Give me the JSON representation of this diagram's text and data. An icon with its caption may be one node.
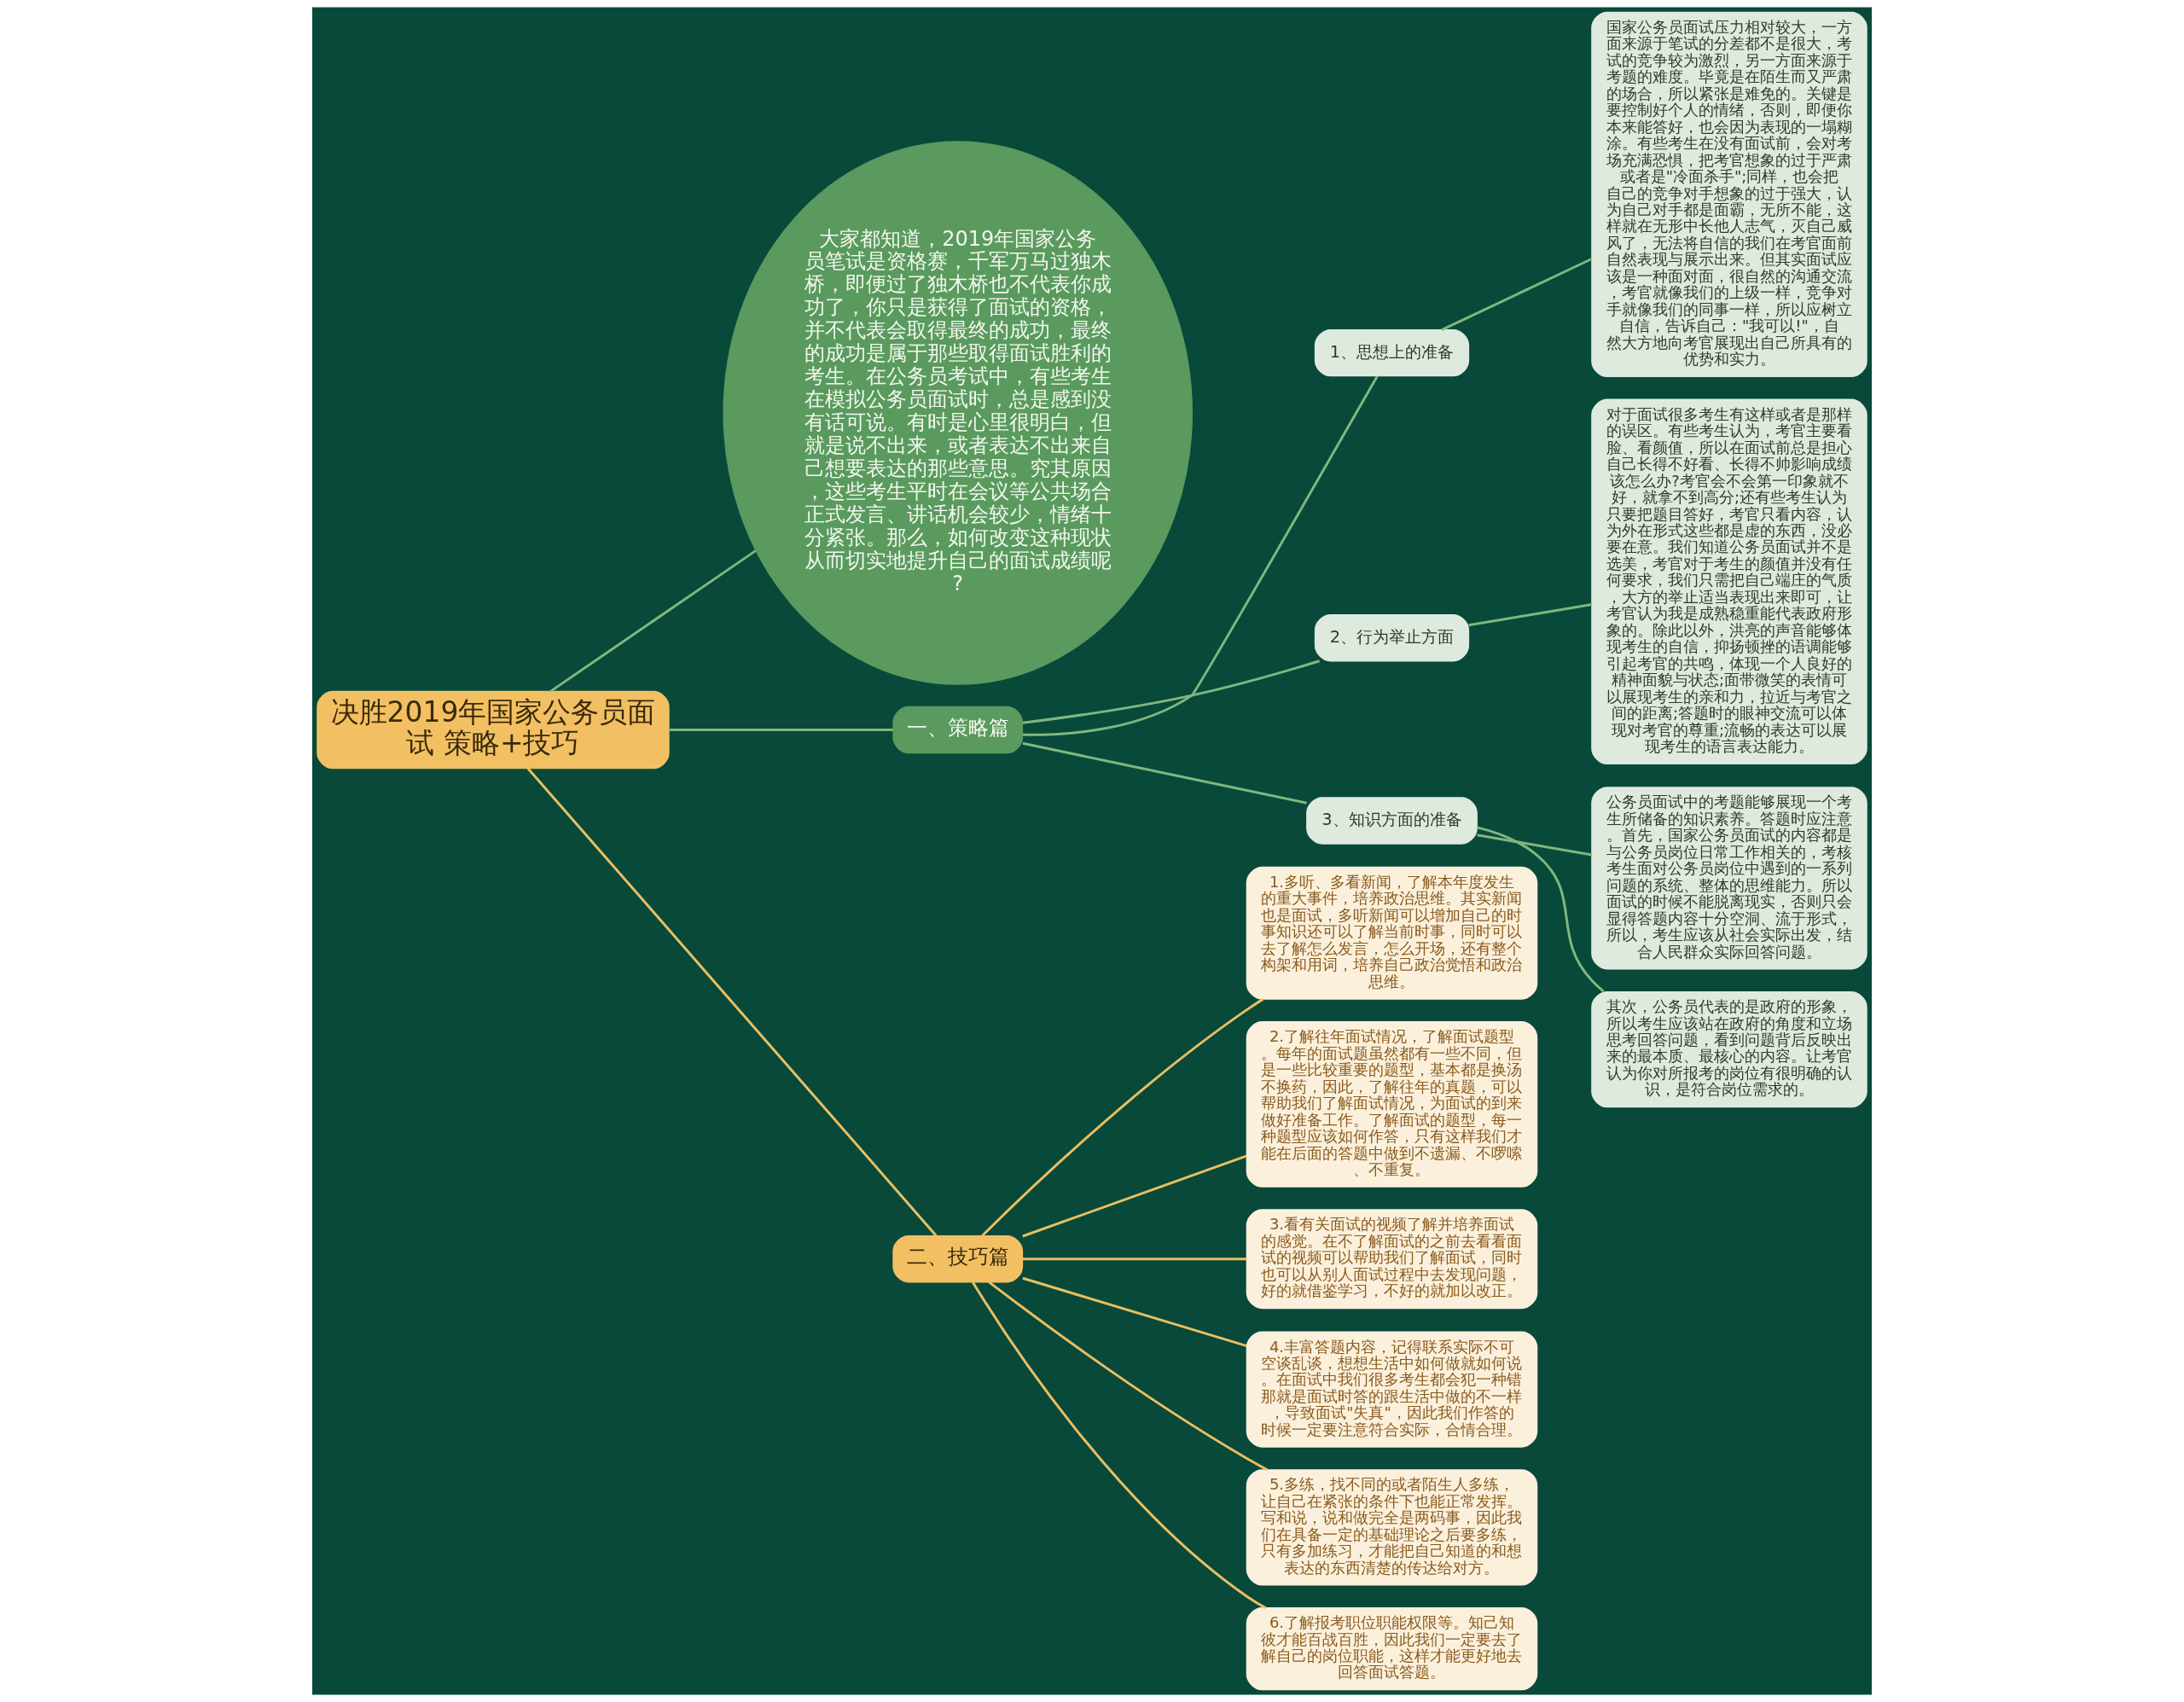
{
  "diagram": {
    "nodes": [
      {
        "text": [
          "决胜2019年国家公务员面试 策略+技巧"
        ]
      },
      {
        "text": [
          "大家都知道，2019年国家公务员笔试是资格赛，千军万马过独木桥，即便过了独木桥也不代表你成功了，你只是获得了面试的资格，并不代表会取得最终的成功，最终的成功是属于那些取得面试胜利的考生。在公务员考试中，有些考生在模拟公务员面试时，总是感到没有话可说。有时是心里很明白，但就是说不出来，或者表达不出来自己想要表达的那些意思。究其原因，这些考生平时在会议等公共场合正式发言、讲话机会较少，情绪十分紧张。那么，如何改变这种现状从而切实地提升自己的面试成绩呢?"
        ]
      },
      {
        "text": [
          "一、策略篇"
        ]
      },
      {
        "text": [
          "1、思想上的准备"
        ]
      },
      {
        "text": [
          "国家公务员面试压力相对较大，一方面来源于笔试的分差都不是很大，考试的竞争较为激烈，另一方面来源于考题的难度。毕竟是在陌生而又严肃的场合，所以紧张是难免的。关键是要控制好个人的情绪，否则，即便你本来能答好，也会因为表现的一塌糊涂。有些考生在没有面试前，会对考场充满恐惧，把考官想象的过于严肃或者是\"冷面杀手\";同样，也会把自己的竞争对手想象的过于强大，认为自己对手都是面霸，无所不能，这样就在无形中长他人志气，灭自己威风了，无法将自信的我们在考官面前自然表现与展示出来。但其实面试应该是一种面对面，很自然的沟通交流，考官就像我们的上级一样，竞争对手就像我们的同事一样，所以应树立自信，告诉自己：\"我可以!\"，自然大方地向考官展现出自己所具有的优势和实力。"
        ]
      },
      {
        "text": [
          "2、行为举止方面"
        ]
      },
      {
        "text": [
          "对于面试很多考生有这样或者是那样的误区。有些考生认为，考官主要看脸、看颜值，所以在面试前总是担心自己长得不好看、长得不帅影响成绩该怎么办?考官会不会第一印象就不好，就拿不到高分;还有些考生认为只要把题目答好，考官只看内容，认为外在形式这些都是虚的东西，没必要在意。我们知道公务员面试并不是选美，考官对于考生的颜值并没有任何要求，我们只需把自己端庄的气质，大方的举止适当表现出来即可，让考官认为我是成熟稳重能代表政府形象的。除此以外，洪亮的声音能够体现考生的自信，抑扬顿挫的语调能够引起考官的共鸣，体现一个人良好的精神面貌与状态;面带微笑的表情可以展现考生的亲和力，拉近与考官之间的距离;答题时的眼神交流可以体现对考官的尊重;流畅的表达可以展现考生的语言表达能力。"
        ]
      },
      {
        "text": [
          "3、知识方面的准备"
        ]
      },
      {
        "text": [
          "公务员面试中的考题能够展现一个考生所储备的知识素养。答题时应注意。首先，国家公务员面试的内容都是与公务员岗位日常工作相关的，考核考生面对公务员岗位中遇到的一系列问题的系统、整体的思维能力。所以面试的时候不能脱离现实，否则只会显得答题内容十分空洞、流于形式，所以，考生应该从社会实际出发，结合人民群众实际回答问题。"
        ]
      },
      {
        "text": [
          "其次，公务员代表的是政府的形象，所以考生应该站在政府的角度和立场思考回答问题，看到问题背后反映出来的最本质、最核心的内容。让考官认为你对所报考的岗位有很明确的认识，是符合岗位需求的。"
        ]
      },
      {
        "text": [
          "二、技巧篇"
        ]
      },
      {
        "text": [
          "1.多听、多看新闻，了解本年度发生的重大事件，培养政治思维。其实新闻也是面试，多听新闻可以增加自己的时事知识还可以了解当前时事，同时可以去了解怎么发言，怎么开场，还有整个构架和用词，培养自己政治觉悟和政治思维。"
        ]
      },
      {
        "text": [
          "2.了解往年面试情况，了解面试题型。每年的面试题虽然都有一些不同，但是一些比较重要的题型，基本都是换汤不换药，因此，了解往年的真题，可以帮助我们了解面试情况，为面试的到来做好准备工作。了解面试的题型，每一种题型应该如何作答，只有这样我们才能在后面的答题中做到不遗漏、不啰嗦、不重复。"
        ]
      },
      {
        "text": [
          "3.看有关面试的视频了解并培养面试的感觉。在不了解面试的之前去看看面试的视频可以帮助我们了解面试，同时也可以从别人面试过程中去发现问题，好的就借鉴学习，不好的就加以改正。"
        ]
      },
      {
        "text": [
          "4.丰富答题内容，记得联系实际不可空谈乱谈，想想生活中如何做就如何说。在面试中我们很多考生都会犯一种错那就是面试时答的跟生活中做的不一样，导致面试\"失真\"，因此我们作答的时候一定要注意符合实际，合情合理。"
        ]
      },
      {
        "text": [
          "5.多练，找不同的或者陌生人多练，让自己在紧张的条件下也能正常发挥。写和说，说和做完全是两码事，因此我们在具备一定的基础理论之后要多练，只有多加练习，才能把自己知道的和想表达的东西清楚的传达给对方。"
        ]
      },
      {
        "text": [
          "6.了解报考职位职能权限等。知己知彼才能百战百胜，因此我们一定要去了解自己的岗位职能，这样才能更好地去回答面试答题。"
        ]
      }
    ],
    "edges": [
      {
        "from": 0,
        "to": 1,
        "arrow": "none"
      },
      {
        "from": 0,
        "to": 2,
        "arrow": "none"
      },
      {
        "from": 2,
        "to": 3,
        "arrow": "none"
      },
      {
        "from": 3,
        "to": 4,
        "arrow": "none"
      },
      {
        "from": 2,
        "to": 5,
        "arrow": "none"
      },
      {
        "from": 5,
        "to": 6,
        "arrow": "none"
      },
      {
        "from": 2,
        "to": 7,
        "arrow": "none"
      },
      {
        "from": 7,
        "to": 8,
        "arrow": "none"
      },
      {
        "from": 7,
        "to": 9,
        "arrow": "none"
      },
      {
        "from": 0,
        "to": 10,
        "arrow": "none",
        "color": "#e8bf63"
      },
      {
        "from": 10,
        "to": 11,
        "arrow": "none",
        "color": "#e8bf63"
      },
      {
        "from": 10,
        "to": 12,
        "arrow": "none",
        "color": "#e8bf63"
      },
      {
        "from": 10,
        "to": 13,
        "arrow": "none",
        "color": "#e8bf63"
      },
      {
        "from": 10,
        "to": 14,
        "arrow": "none",
        "color": "#e8bf63"
      },
      {
        "from": 10,
        "to": 15,
        "arrow": "none",
        "color": "#e8bf63"
      },
      {
        "from": 10,
        "to": 16,
        "arrow": "none",
        "color": "#e8bf63"
      }
    ]
  }
}
